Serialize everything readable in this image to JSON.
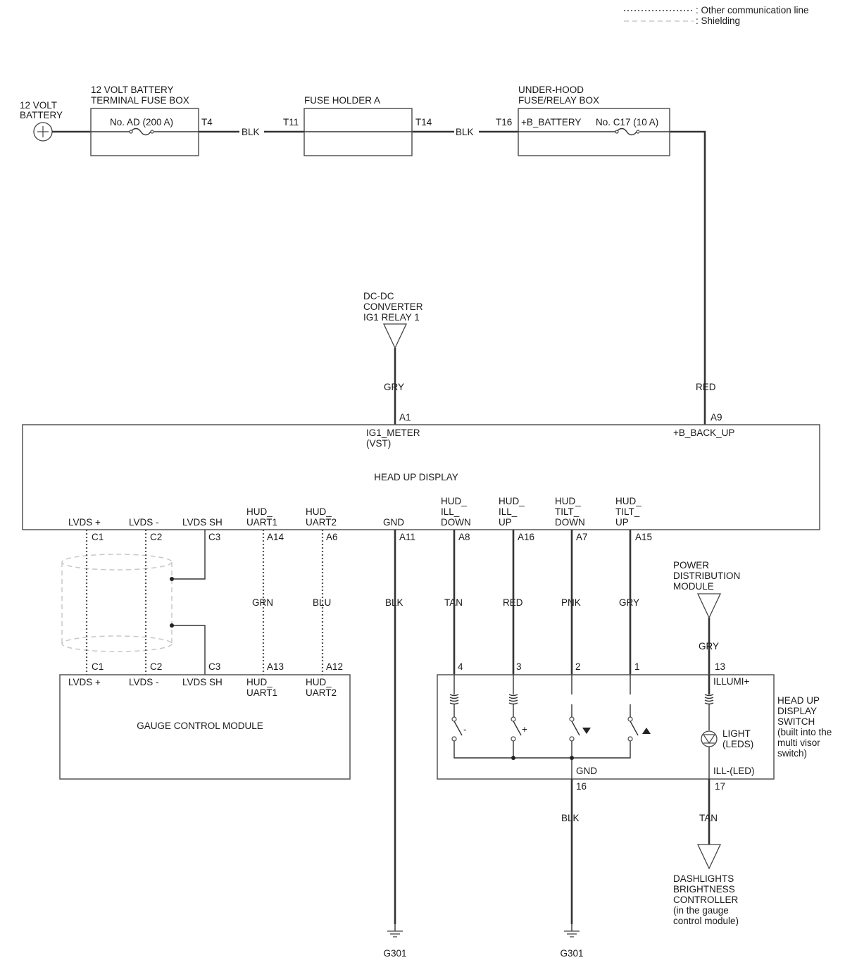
{
  "legend": {
    "other_comm": ": Other communication line",
    "shielding": ": Shielding"
  },
  "battery": {
    "line1": "12 VOLT",
    "line2": "BATTERY"
  },
  "terminal_box": {
    "line1": "12 VOLT BATTERY",
    "line2": "TERMINAL FUSE BOX",
    "fuse": "No. AD (200 A)",
    "out_terminal": "T4"
  },
  "wire1_color": "BLK",
  "fuse_holder": {
    "title": "FUSE HOLDER A",
    "in_terminal": "T11",
    "out_terminal": "T14"
  },
  "wire2_color": "BLK",
  "underhood": {
    "line1": "UNDER-HOOD",
    "line2": "FUSE/RELAY BOX",
    "in_terminal": "T16",
    "pin": "+B_BATTERY",
    "fuse": "No. C17 (10 A)"
  },
  "dcdc": {
    "line1": "DC-DC",
    "line2": "CONVERTER",
    "line3": "IG1 RELAY 1",
    "wire_color": "GRY",
    "pin": "A1"
  },
  "backup": {
    "wire_color": "RED",
    "pin": "A9"
  },
  "hud": {
    "title": "HEAD UP DISPLAY",
    "ig1_line1": "IG1_METER",
    "ig1_line2": "(VST)",
    "backup_label": "+B_BACK_UP",
    "pins": [
      {
        "l1": "LVDS +",
        "l2": "",
        "l3": "",
        "pin": "C1"
      },
      {
        "l1": "LVDS -",
        "l2": "",
        "l3": "",
        "pin": "C2"
      },
      {
        "l1": "LVDS SH",
        "l2": "",
        "l3": "",
        "pin": "C3"
      },
      {
        "l1": "HUD_",
        "l2": "UART1",
        "l3": "",
        "pin": "A14"
      },
      {
        "l1": "HUD_",
        "l2": "UART2",
        "l3": "",
        "pin": "A6"
      },
      {
        "l1": "GND",
        "l2": "",
        "l3": "",
        "pin": "A11"
      },
      {
        "l1": "HUD_",
        "l2": "ILL_",
        "l3": "DOWN",
        "pin": "A8"
      },
      {
        "l1": "HUD_",
        "l2": "ILL_",
        "l3": "UP",
        "pin": "A16"
      },
      {
        "l1": "HUD_",
        "l2": "TILT_",
        "l3": "DOWN",
        "pin": "A7"
      },
      {
        "l1": "HUD_",
        "l2": "TILT_",
        "l3": "UP",
        "pin": "A15"
      }
    ]
  },
  "wires_mid": [
    "GRN",
    "BLU",
    "BLK",
    "TAN",
    "RED",
    "PNK",
    "GRY"
  ],
  "gauge": {
    "title": "GAUGE CONTROL MODULE",
    "pins": [
      {
        "l1": "LVDS +",
        "l2": "",
        "pin": "C1"
      },
      {
        "l1": "LVDS -",
        "l2": "",
        "pin": "C2"
      },
      {
        "l1": "LVDS SH",
        "l2": "",
        "pin": "C3"
      },
      {
        "l1": "HUD_",
        "l2": "UART1",
        "pin": "A13"
      },
      {
        "l1": "HUD_",
        "l2": "UART2",
        "pin": "A12"
      }
    ]
  },
  "pdm": {
    "line1": "POWER",
    "line2": "DISTRIBUTION",
    "line3": "MODULE",
    "wire_color": "GRY"
  },
  "hud_switch": {
    "line1": "HEAD UP",
    "line2": "DISPLAY",
    "line3": "SWITCH",
    "line4": "(built into the",
    "line5": "multi visor",
    "line6": "switch)",
    "pins": [
      "4",
      "3",
      "2",
      "1",
      "13"
    ],
    "illumi": "ILLUMI+",
    "light1": "LIGHT",
    "light2": "(LEDS)",
    "gnd": "GND",
    "ill_led": "ILL-(LED)",
    "gnd_pin": "16",
    "ill_pin": "17",
    "sw_minus": "-",
    "sw_plus": "+"
  },
  "gnd_wire_color": "BLK",
  "ill_wire_color": "TAN",
  "dashlights": {
    "line1": "DASHLIGHTS",
    "line2": "BRIGHTNESS",
    "line3": "CONTROLLER",
    "line4": "(in the gauge",
    "line5": "control module)"
  },
  "grounds": [
    "G301",
    "G301"
  ],
  "icons": {
    "battery": "battery-icon",
    "fuse": "fuse-icon",
    "ground": "ground-icon",
    "switch": "switch-icon",
    "led": "led-icon"
  }
}
